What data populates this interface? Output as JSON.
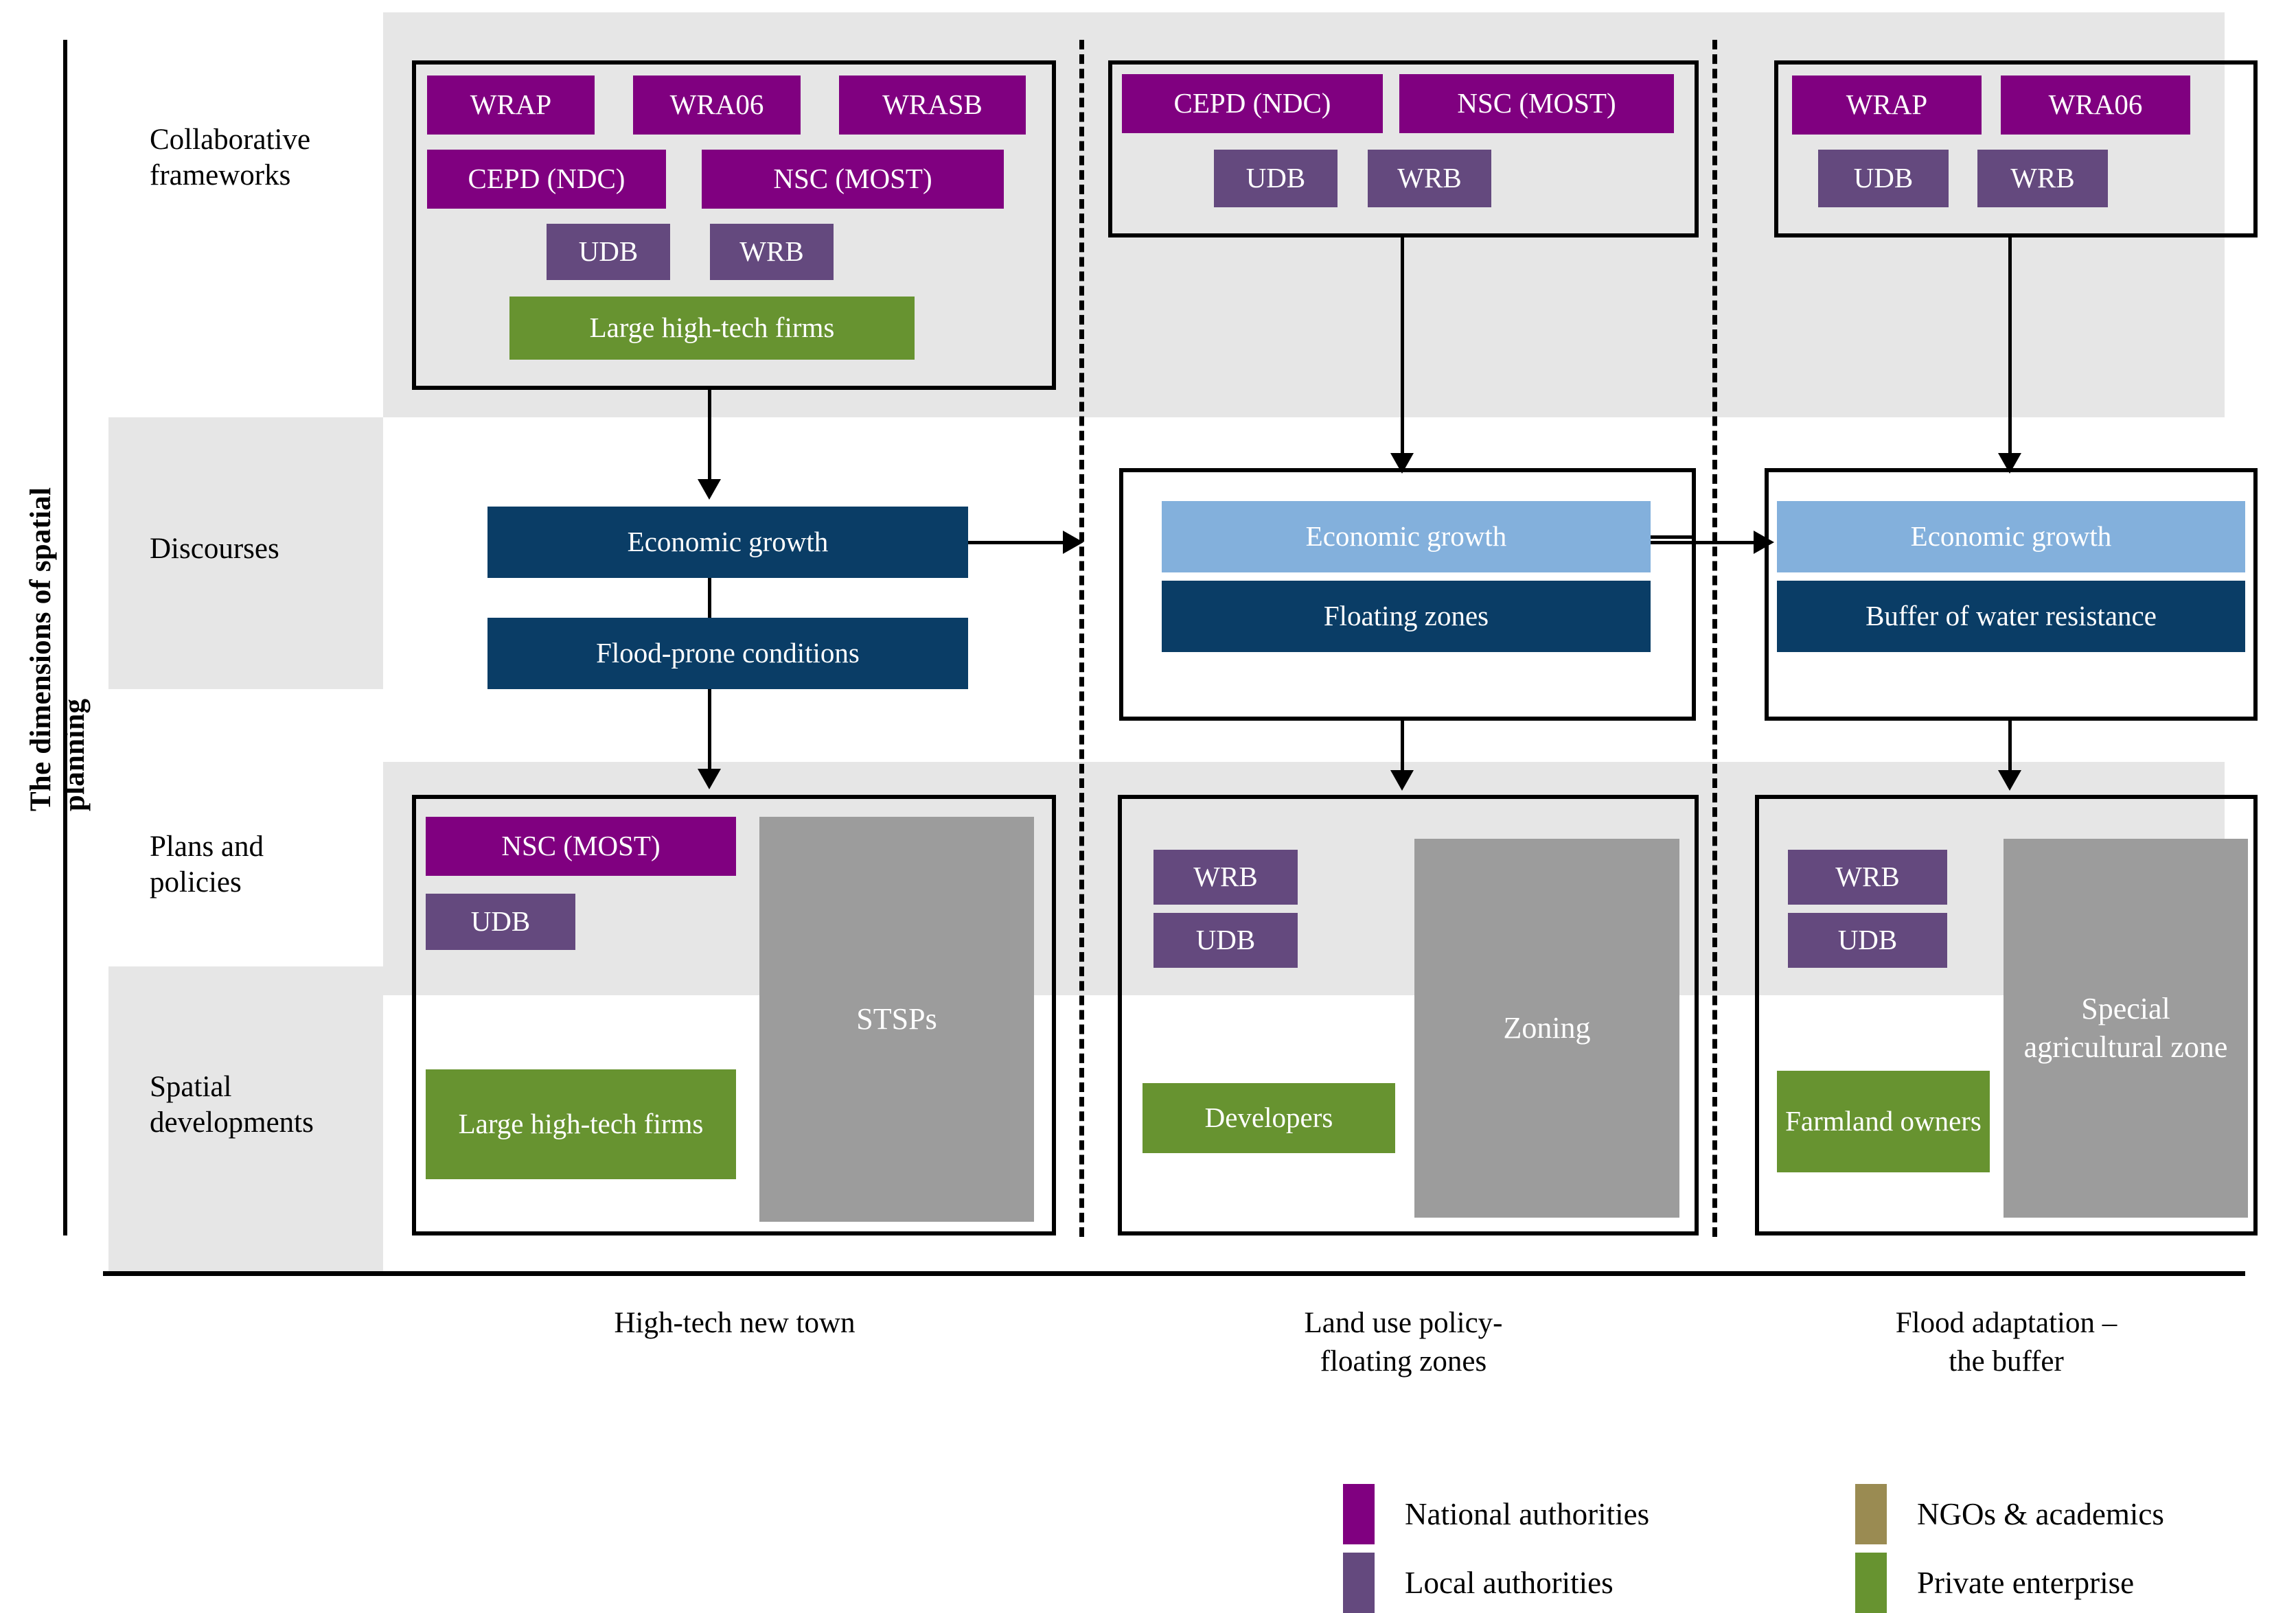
{
  "axis": {
    "vertical_label": "The dimensions of spatial planning"
  },
  "rows": [
    {
      "key": "collaborative_frameworks",
      "label": "Collaborative\nframeworks"
    },
    {
      "key": "discourses",
      "label": "Discourses"
    },
    {
      "key": "plans_and_policies",
      "label": "Plans and\npolicies"
    },
    {
      "key": "spatial_developments",
      "label": "Spatial\ndevelopments"
    }
  ],
  "columns": [
    {
      "key": "high_tech_new_town",
      "caption": "High-tech new town"
    },
    {
      "key": "land_use_policy",
      "caption": "Land use policy-\nfloating zones"
    },
    {
      "key": "flood_adaptation",
      "caption": "Flood adaptation –\nthe buffer"
    }
  ],
  "colors": {
    "national_authorities": "#800080",
    "local_authorities": "#64497E",
    "ngos_academics": "#9A8B52",
    "private_enterprise": "#679330",
    "discourse_primary": "#0A3D66",
    "discourse_secondary": "#83B0DC",
    "spatial_object": "#9C9C9C",
    "band": "#E6E6E6"
  },
  "matrix": {
    "high_tech_new_town": {
      "collaborative_frameworks": [
        {
          "label": "WRAP",
          "actor": "national_authorities"
        },
        {
          "label": "WRA06",
          "actor": "national_authorities"
        },
        {
          "label": "WRASB",
          "actor": "national_authorities"
        },
        {
          "label": "CEPD (NDC)",
          "actor": "national_authorities"
        },
        {
          "label": "NSC (MOST)",
          "actor": "national_authorities"
        },
        {
          "label": "UDB",
          "actor": "local_authorities"
        },
        {
          "label": "WRB",
          "actor": "local_authorities"
        },
        {
          "label": "Large high-tech firms",
          "actor": "private_enterprise"
        }
      ],
      "discourses": [
        {
          "label": "Economic growth",
          "tone": "discourse_primary"
        },
        {
          "label": "Flood-prone conditions",
          "tone": "discourse_primary"
        }
      ],
      "plans_and_policies": [
        {
          "label": "NSC (MOST)",
          "actor": "national_authorities"
        },
        {
          "label": "UDB",
          "actor": "local_authorities"
        }
      ],
      "spatial_developments": [
        {
          "label": "Large high-tech firms",
          "actor": "private_enterprise"
        }
      ],
      "spatial_object": {
        "label": "STSPs"
      }
    },
    "land_use_policy": {
      "collaborative_frameworks": [
        {
          "label": "CEPD (NDC)",
          "actor": "national_authorities"
        },
        {
          "label": "NSC (MOST)",
          "actor": "national_authorities"
        },
        {
          "label": "UDB",
          "actor": "local_authorities"
        },
        {
          "label": "WRB",
          "actor": "local_authorities"
        }
      ],
      "discourses": [
        {
          "label": "Economic growth",
          "tone": "discourse_secondary"
        },
        {
          "label": "Floating zones",
          "tone": "discourse_primary"
        }
      ],
      "plans_and_policies": [
        {
          "label": "WRB",
          "actor": "local_authorities"
        },
        {
          "label": "UDB",
          "actor": "local_authorities"
        }
      ],
      "spatial_developments": [
        {
          "label": "Developers",
          "actor": "private_enterprise"
        }
      ],
      "spatial_object": {
        "label": "Zoning"
      }
    },
    "flood_adaptation": {
      "collaborative_frameworks": [
        {
          "label": "WRAP",
          "actor": "national_authorities"
        },
        {
          "label": "WRA06",
          "actor": "national_authorities"
        },
        {
          "label": "UDB",
          "actor": "local_authorities"
        },
        {
          "label": "WRB",
          "actor": "local_authorities"
        }
      ],
      "discourses": [
        {
          "label": "Economic growth",
          "tone": "discourse_secondary"
        },
        {
          "label": "Buffer of water resistance",
          "tone": "discourse_primary"
        }
      ],
      "plans_and_policies": [
        {
          "label": "WRB",
          "actor": "local_authorities"
        },
        {
          "label": "UDB",
          "actor": "local_authorities"
        }
      ],
      "spatial_developments": [
        {
          "label": "Farmland owners",
          "actor": "private_enterprise"
        }
      ],
      "spatial_object": {
        "label": "Special agricultural zone"
      }
    }
  },
  "legend": {
    "items": [
      {
        "label": "National authorities",
        "color": "#800080"
      },
      {
        "label": "Local authorities",
        "color": "#64497E"
      },
      {
        "label": "NGOs & academics",
        "color": "#9A8B52"
      },
      {
        "label": "Private enterprise",
        "color": "#679330"
      }
    ]
  }
}
